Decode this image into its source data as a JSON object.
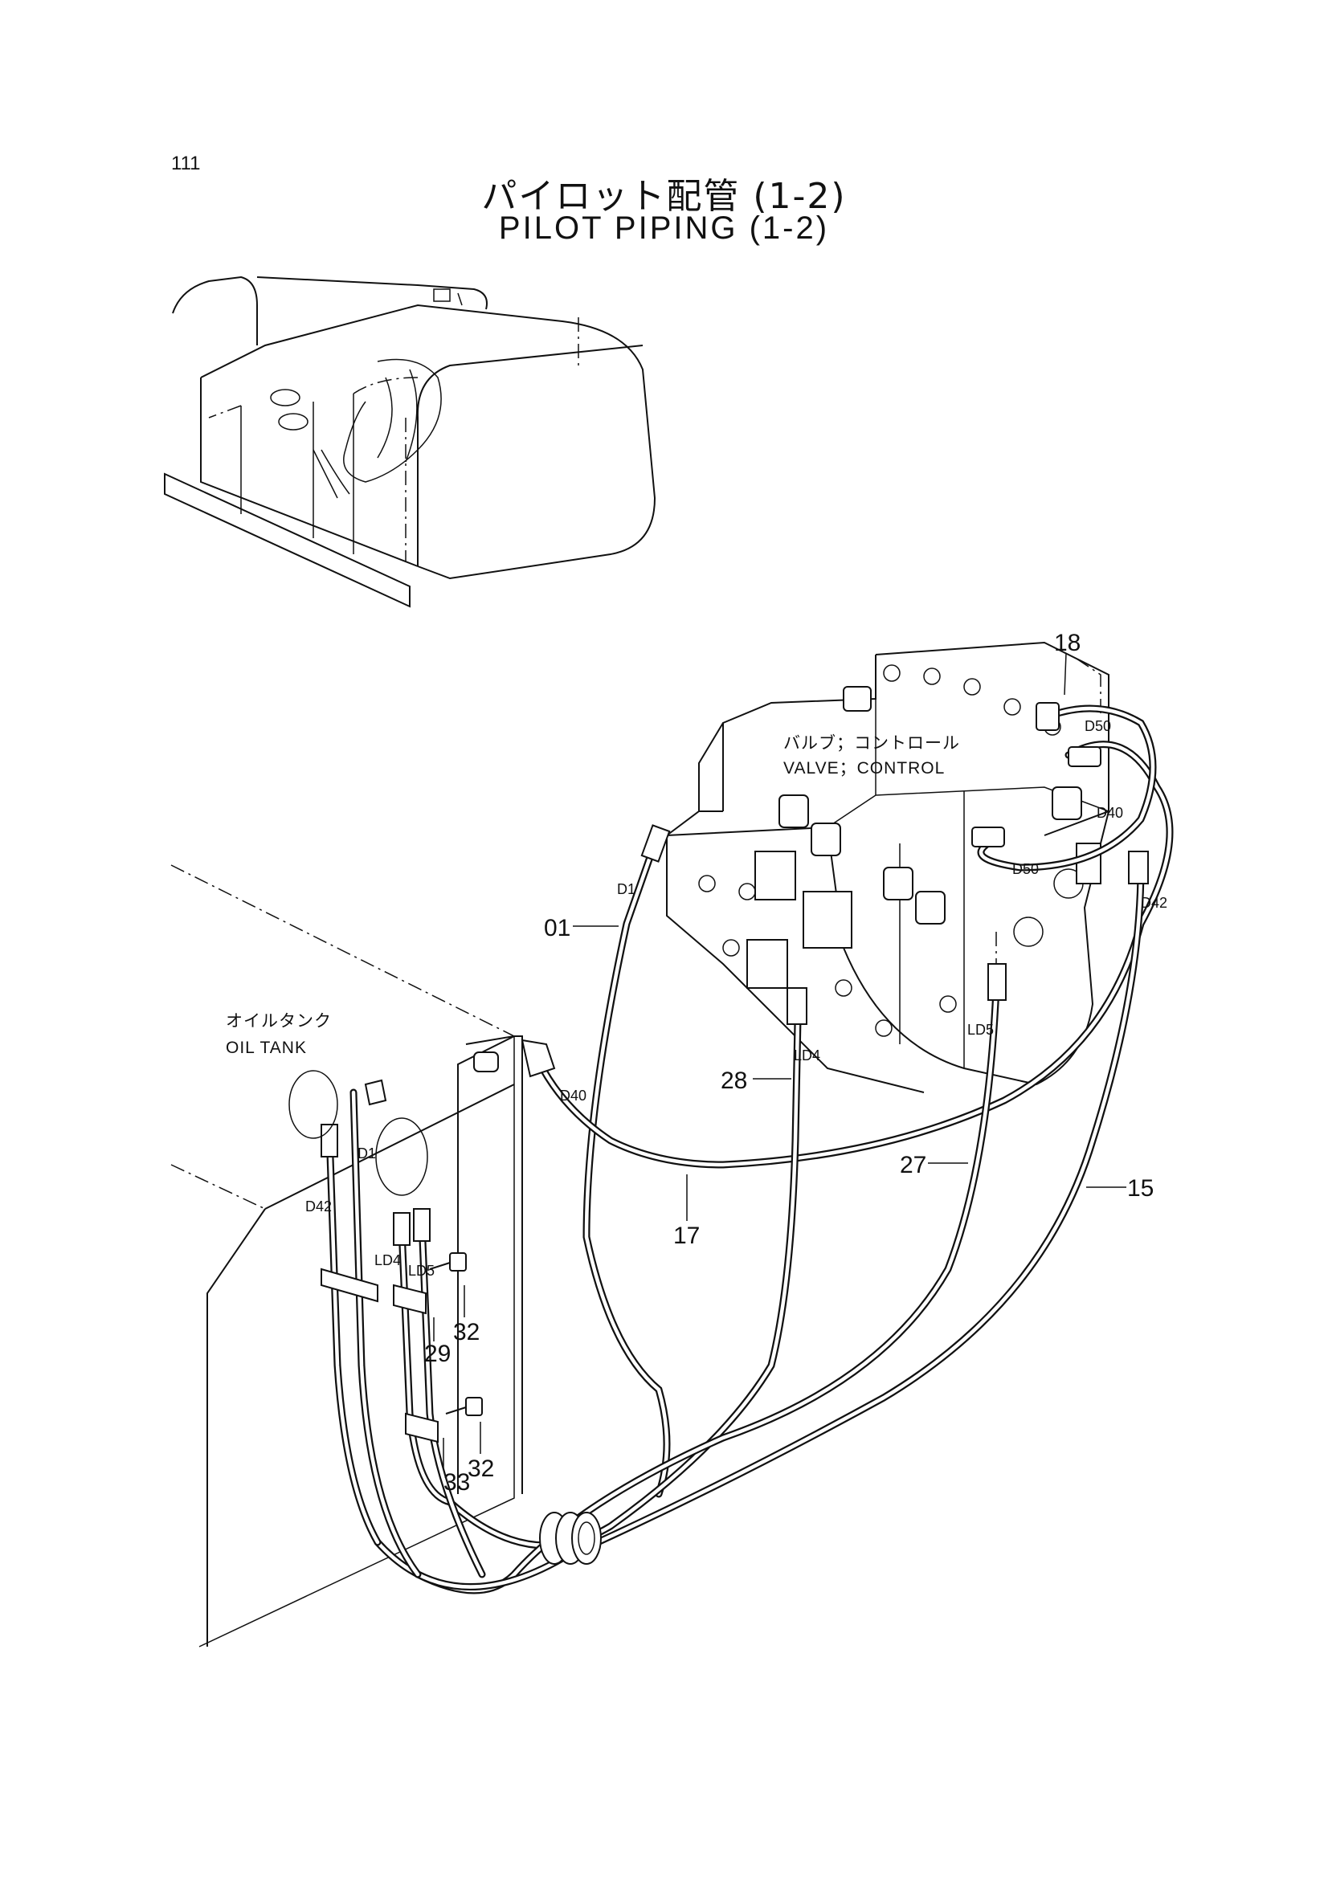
{
  "page_number": "111",
  "title_jp": "パイロット配管 (1-2)",
  "title_en": "PILOT PIPING (1-2)",
  "components": {
    "valve_jp": "バルブ；コントロール",
    "valve_en": "VALVE；CONTROL",
    "tank_jp": "オイルタンク",
    "tank_en": "OIL TANK"
  },
  "callouts": {
    "c18": "18",
    "c01": "01",
    "c28": "28",
    "c27": "27",
    "c15": "15",
    "c17": "17",
    "c29": "29",
    "c32a": "32",
    "c32b": "32",
    "c33": "33"
  },
  "connectors": {
    "d50a": "D50",
    "d40a": "D40",
    "d50b": "D50",
    "d42a": "D42",
    "d1a": "D1",
    "ld5a": "LD5",
    "ld4a": "LD4",
    "d40b": "D40",
    "d1b": "D1",
    "d42b": "D42",
    "ld4b": "LD4",
    "ld5b": "LD5"
  }
}
